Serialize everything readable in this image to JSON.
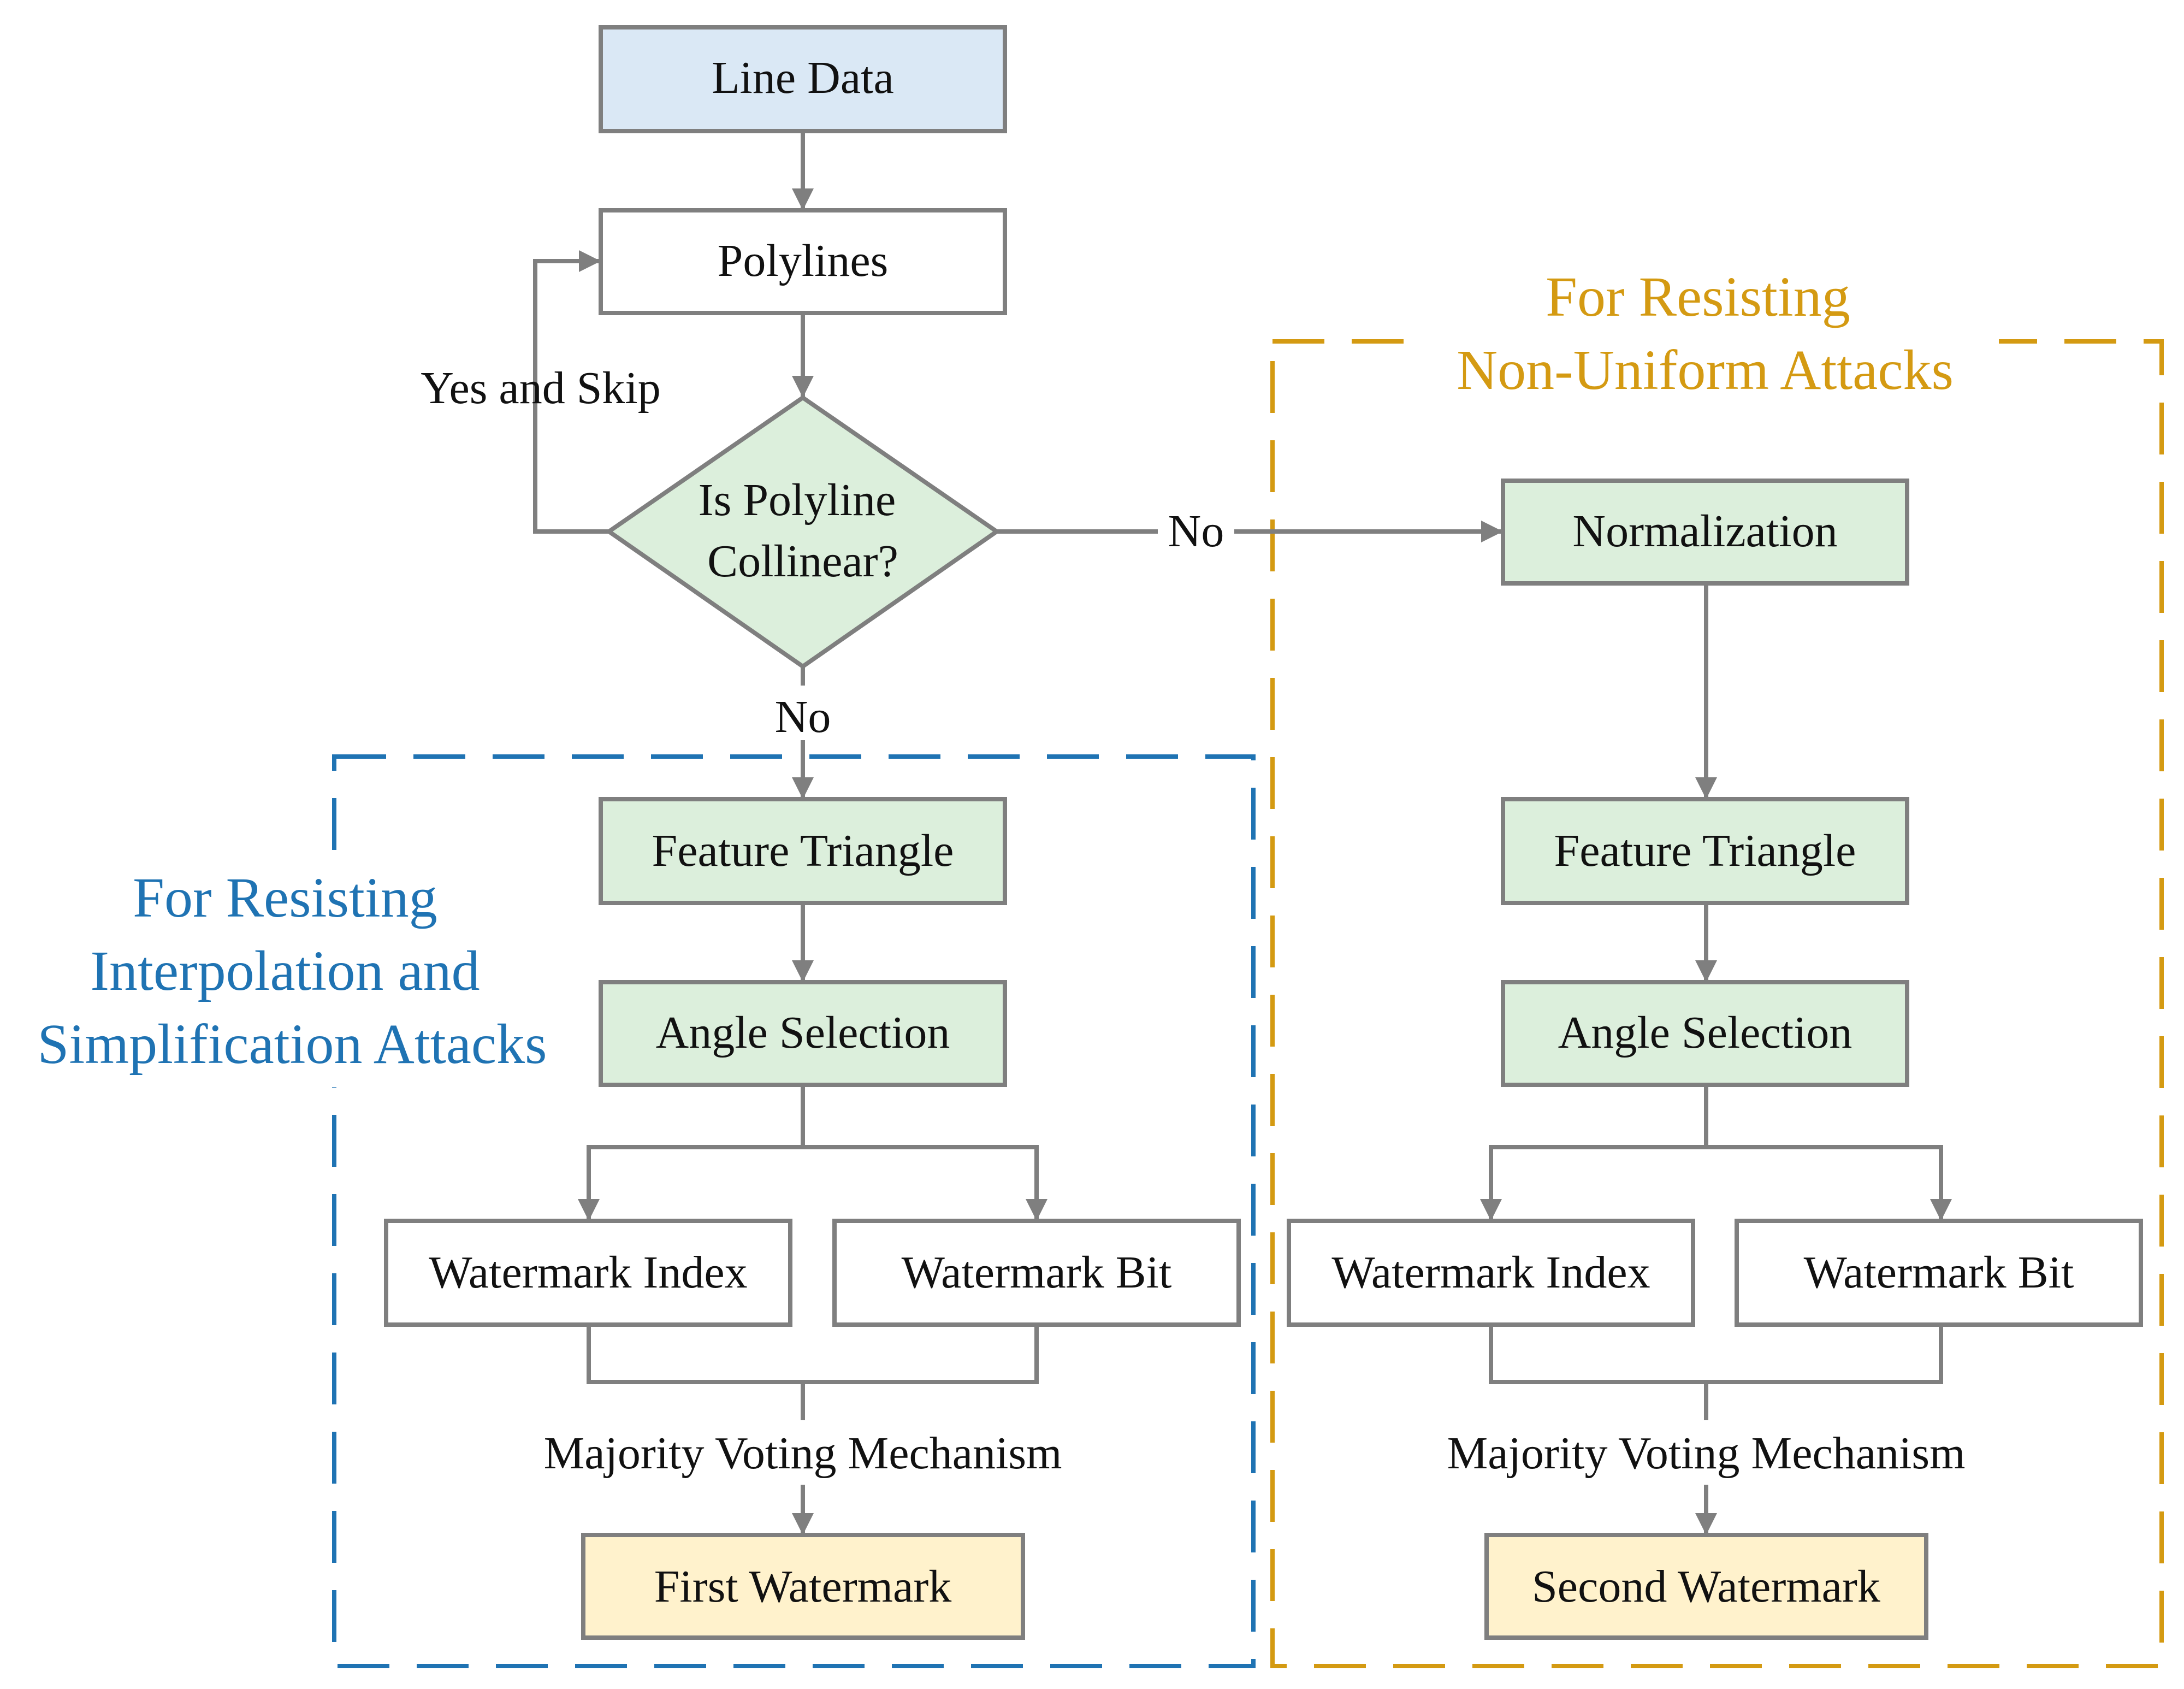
{
  "colors": {
    "stroke": "#7f7f7f",
    "input_fill": "#dae8f5",
    "process_fill": "#dcefdc",
    "plain_fill": "#ffffff",
    "output_fill": "#fff2cc",
    "blue_region": "#1f73b3",
    "gold_region": "#d49a12"
  },
  "nodes": {
    "line_data": "Line Data",
    "polylines": "Polylines",
    "decision_line1": "Is Polyline",
    "decision_line2": "Collinear?",
    "normalization": "Normalization",
    "left": {
      "feature_triangle": "Feature Triangle",
      "angle_selection": "Angle Selection",
      "watermark_index": "Watermark Index",
      "watermark_bit": "Watermark Bit",
      "voting": "Majority Voting Mechanism",
      "output": "First Watermark"
    },
    "right": {
      "feature_triangle": "Feature Triangle",
      "angle_selection": "Angle Selection",
      "watermark_index": "Watermark Index",
      "watermark_bit": "Watermark Bit",
      "voting": "Majority Voting Mechanism",
      "output": "Second Watermark"
    }
  },
  "edge_labels": {
    "yes_skip": "Yes and Skip",
    "no_right": "No",
    "no_down": "No"
  },
  "regions": {
    "left_title": [
      "For Resisting",
      "Interpolation and",
      "Simplification Attacks"
    ],
    "right_title": [
      "For Resisting",
      "Non-Uniform Attacks"
    ]
  }
}
